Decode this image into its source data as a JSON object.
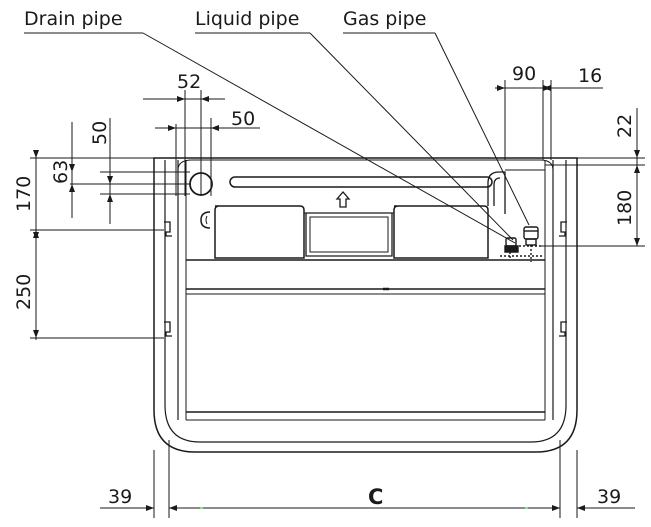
{
  "callouts": {
    "drain_pipe": "Drain pipe",
    "liquid_pipe": "Liquid pipe",
    "gas_pipe": "Gas pipe"
  },
  "dimensions": {
    "d52": "52",
    "d50_right": "50",
    "d50_vertical": "50",
    "d63": "63",
    "d170": "170",
    "d250": "250",
    "d90": "90",
    "d16": "16",
    "d22": "22",
    "d180": "180",
    "d39_left": "39",
    "d39_right": "39",
    "c": "C"
  },
  "colors": {
    "line": "#1a1a1a",
    "accent_green": "#2ecc40"
  }
}
